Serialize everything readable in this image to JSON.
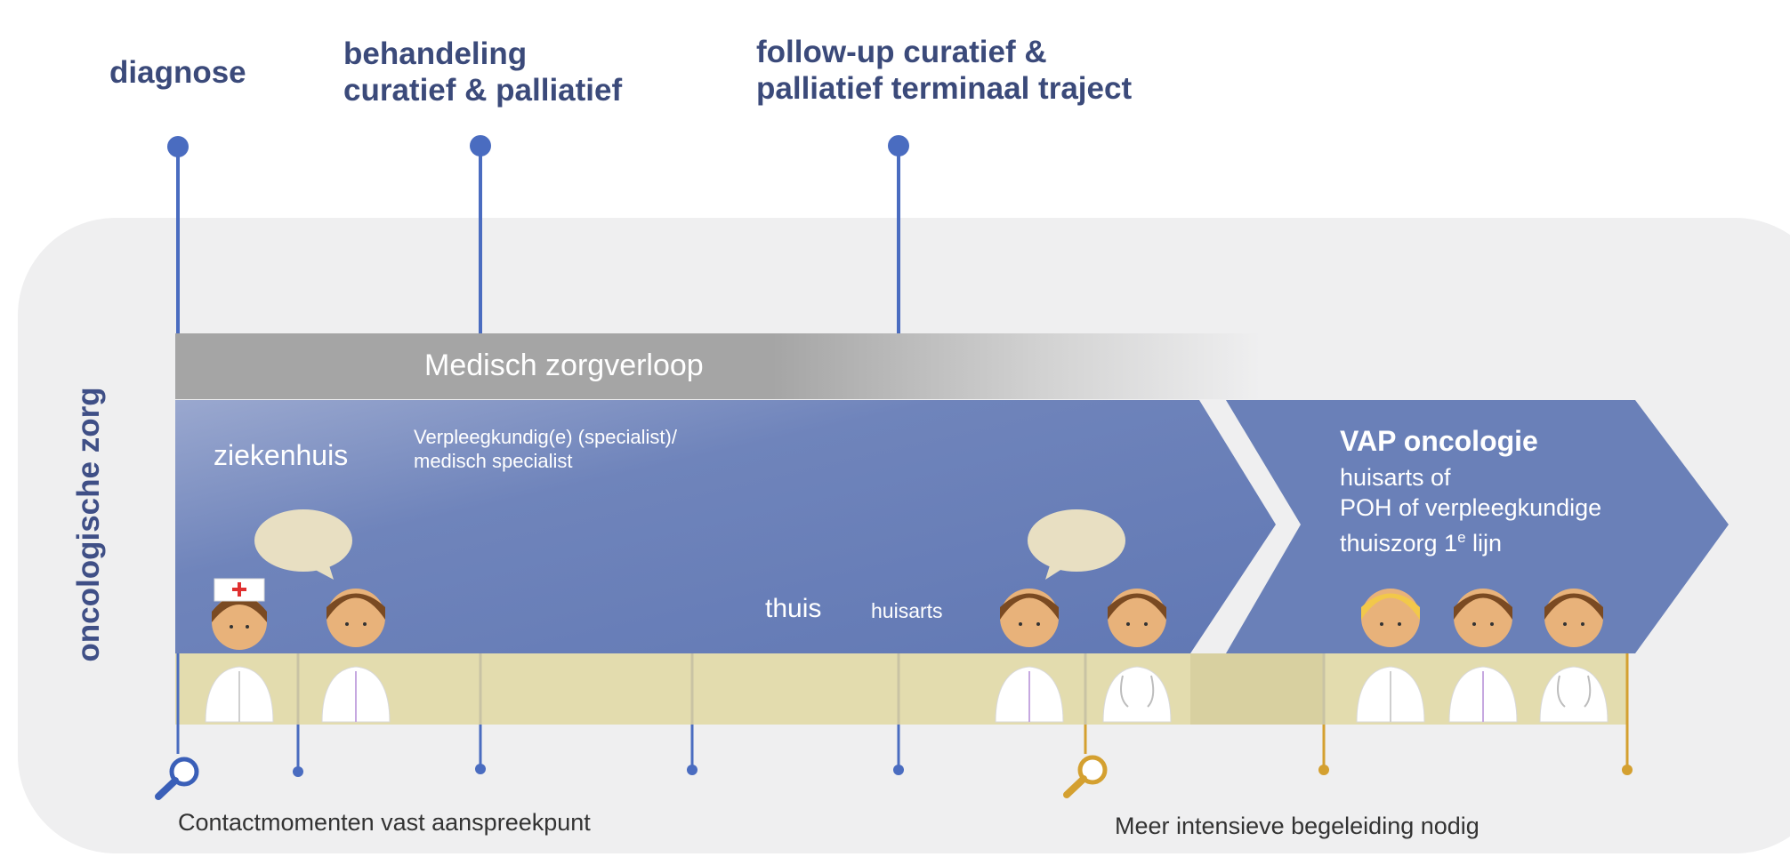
{
  "phases": {
    "diagnose": "diagnose",
    "behandeling_line1": "behandeling",
    "behandeling_line2": "curatief & palliatief",
    "followup_line1": "follow-up curatief &",
    "followup_line2": "palliatief terminaal traject"
  },
  "side_label": "oncologische zorg",
  "band_label": "Medisch zorgverloop",
  "hospital": {
    "label": "ziekenhuis",
    "roles_line1": "Verpleegkundig(e) (specialist)/",
    "roles_line2": "medisch specialist"
  },
  "home": {
    "label": "thuis",
    "role": "huisarts"
  },
  "vap": {
    "title": "VAP oncologie",
    "line1": "huisarts of",
    "line2": "POH of verpleegkundige",
    "line3_prefix": "thuiszorg 1",
    "line3_sup": "e",
    "line3_suffix": " lijn"
  },
  "bottom": {
    "left": "Contactmomenten  vast aanspreekpunt",
    "right": "Meer intensieve  begeleiding nodig"
  },
  "icons": [
    "magnifier-icon",
    "speech-bubble-icon",
    "nurse-icon",
    "doctor-icon",
    "gp-icon"
  ],
  "colors": {
    "phase_text": "#3b4a7a",
    "arrow_blue": "#6a80b8",
    "timeline_blue": "#4a6cc0",
    "timeline_orange": "#d4a030",
    "track": "#e3dcae",
    "panel": "#efeff0",
    "band_gray": "#a5a5a5",
    "speech_bubble": "#e8dfc2"
  }
}
